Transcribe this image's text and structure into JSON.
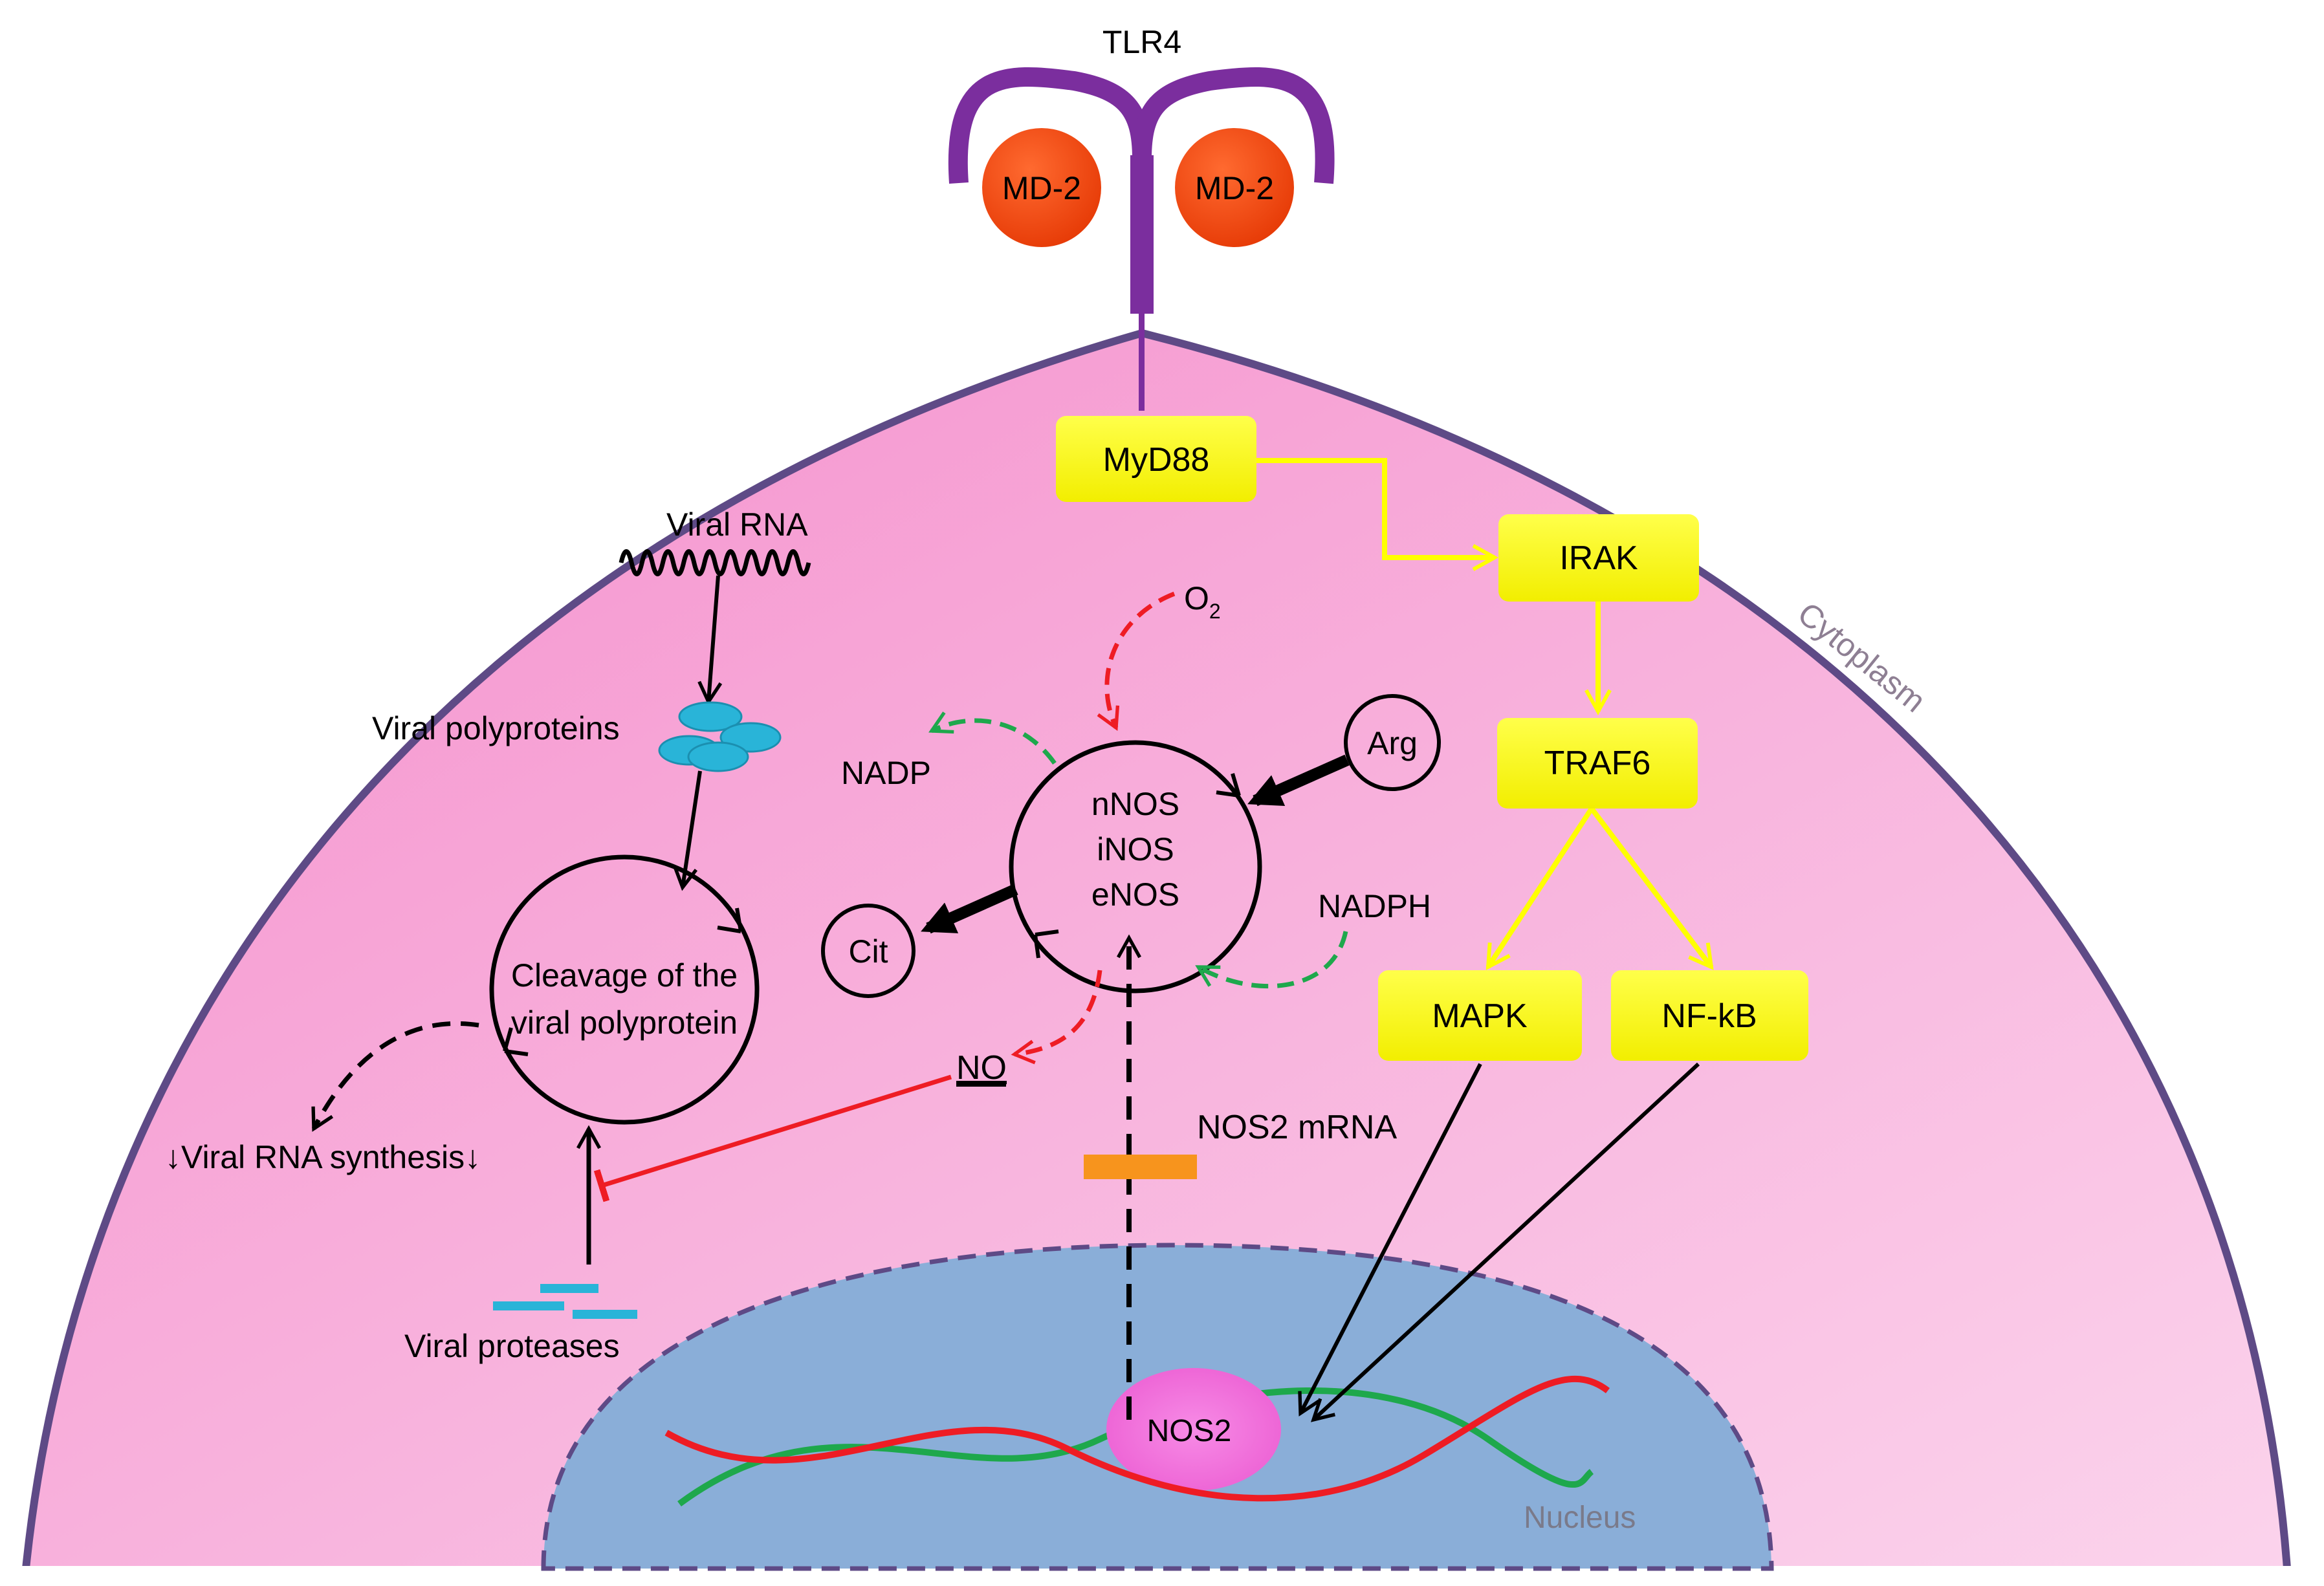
{
  "labels": {
    "tlr4": "TLR4",
    "md2_left": "MD-2",
    "md2_right": "MD-2",
    "cytoplasm": "Cytoplasm",
    "nucleus": "Nucleus",
    "nos2": "NOS2",
    "nos2_mrna": "NOS2 mRNA",
    "viral_rna": "Viral RNA",
    "viral_polyproteins": "Viral polyproteins",
    "cleavage_line1": "Cleavage of the",
    "cleavage_line2": "viral polyprotein",
    "viral_rna_synthesis": "↓Viral RNA synthesis↓",
    "viral_proteases": "Viral proteases",
    "o2": "O",
    "o2_sub": "2",
    "nadp": "NADP",
    "nadph": "NADPH",
    "arg": "Arg",
    "cit": "Cit",
    "nos_line1": "nNOS",
    "nos_line2": "iNOS",
    "nos_line3": "eNOS",
    "no": "NO"
  },
  "pathway_boxes": {
    "myd88": "MyD88",
    "irak": "IRAK",
    "traf6": "TRAF6",
    "mapk": "MAPK",
    "nfkb": "NF-kB"
  },
  "colors": {
    "cell_fill": "#f7b4dc",
    "cell_border": "#5e4a86",
    "nucleus_fill": "#8aaed8",
    "receptor": "#7b2e9e",
    "md2": "#ee4010",
    "pathway_box": "#ffff00",
    "pathway_arrow": "#ffff00",
    "red_arrow": "#ee1c24",
    "green_arrow": "#1ea84c",
    "polyprotein": "#29b4d8",
    "mrna_bar": "#f7941d",
    "dna_red": "#ee1c24",
    "dna_green": "#1ea84c",
    "nos2_blob": "#f06bd8"
  }
}
